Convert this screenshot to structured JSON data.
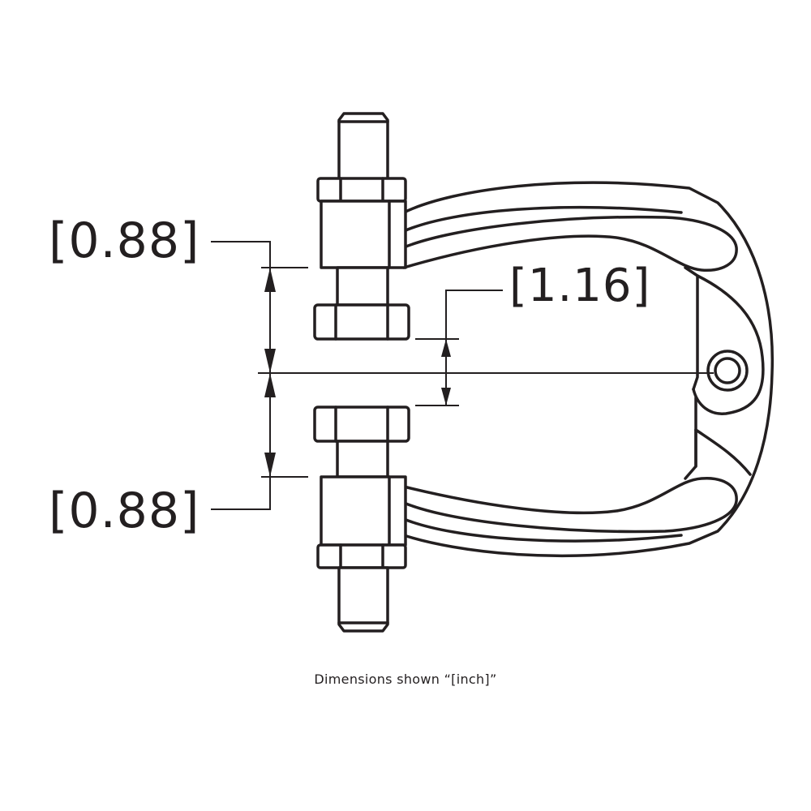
{
  "dimensions": {
    "top_gap": "[0.88]",
    "bottom_gap": "[0.88]",
    "center_offset": "[1.16]"
  },
  "caption": "Dimensions shown “[inch]”",
  "colors": {
    "line": "#231f20",
    "background": "#ffffff"
  }
}
